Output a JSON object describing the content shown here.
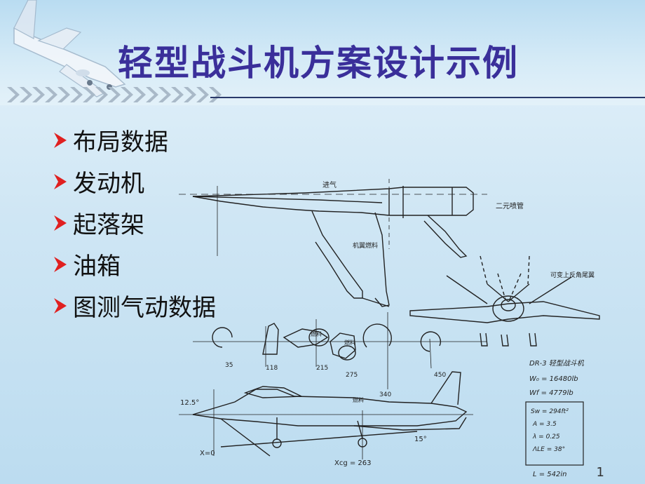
{
  "slide": {
    "title": "轻型战斗机方案设计示例",
    "bullets": [
      "布局数据",
      "发动机",
      "起落架",
      "油箱",
      "图测气动数据"
    ],
    "page_number": "1"
  },
  "drawing": {
    "top_labels": [
      "进气",
      "二元喷管",
      "机翼燃料",
      "可变上反角尾翼"
    ],
    "section_labels": [
      "35",
      "118",
      "215",
      "275",
      "340",
      "450"
    ],
    "fuel_labels": [
      "燃料",
      "燃料",
      "燃料"
    ],
    "side_labels": {
      "angle_front": "12.5°",
      "angle_rear": "15°",
      "x0": "X=0",
      "xcg": "Xcg = 263"
    },
    "spec": {
      "name": "DR-3 轻型战斗机",
      "w0": "W₀ = 16480lb",
      "wf": "Wf = 4779lb",
      "sw": "Sw = 294ft²",
      "a": "A = 3.5",
      "lambda": "λ = 0.25",
      "sweep": "ΛLE = 38°",
      "length": "L = 542in"
    }
  }
}
